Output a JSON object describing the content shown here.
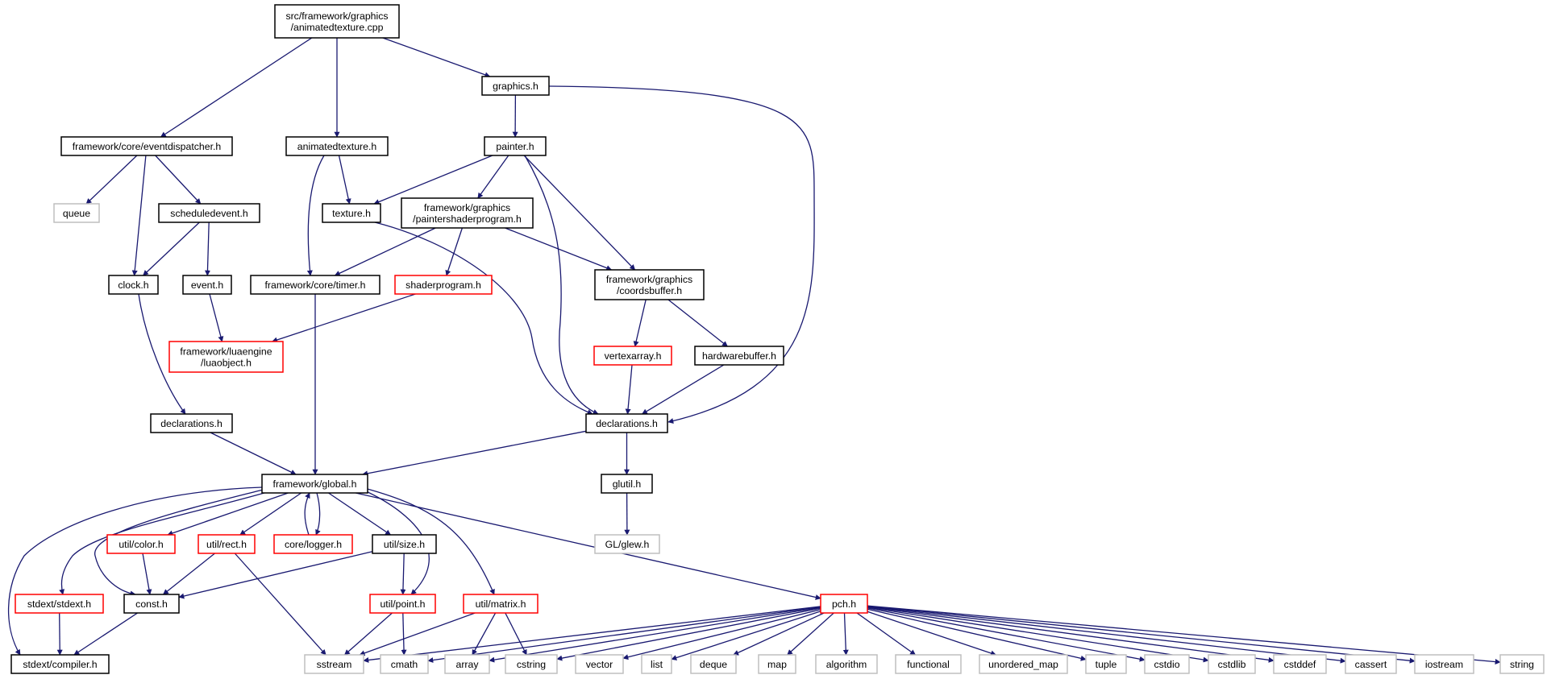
{
  "diagram": {
    "type": "include-dependency-graph",
    "colors": {
      "edge": "#191970",
      "node_normal": "#000000",
      "node_truncated": "#ff0000",
      "node_external": "#bfbfbf",
      "root_fill": "#bfbfbf"
    },
    "nodes": [
      {
        "id": "root",
        "lines": [
          "src/framework/graphics",
          "/animatedtexture.cpp"
        ],
        "kind": "root"
      },
      {
        "id": "eventdispatcher",
        "lines": [
          "framework/core/eventdispatcher.h"
        ],
        "kind": "normal"
      },
      {
        "id": "animatedtexture_h",
        "lines": [
          "animatedtexture.h"
        ],
        "kind": "normal"
      },
      {
        "id": "graphics_h",
        "lines": [
          "graphics.h"
        ],
        "kind": "normal"
      },
      {
        "id": "queue",
        "lines": [
          "queue"
        ],
        "kind": "external"
      },
      {
        "id": "scheduledevent",
        "lines": [
          "scheduledevent.h"
        ],
        "kind": "normal"
      },
      {
        "id": "painter",
        "lines": [
          "painter.h"
        ],
        "kind": "normal"
      },
      {
        "id": "texture",
        "lines": [
          "texture.h"
        ],
        "kind": "normal"
      },
      {
        "id": "paintershader",
        "lines": [
          "framework/graphics",
          "/paintershaderprogram.h"
        ],
        "kind": "normal"
      },
      {
        "id": "clock",
        "lines": [
          "clock.h"
        ],
        "kind": "normal"
      },
      {
        "id": "event",
        "lines": [
          "event.h"
        ],
        "kind": "normal"
      },
      {
        "id": "timer",
        "lines": [
          "framework/core/timer.h"
        ],
        "kind": "normal"
      },
      {
        "id": "shaderprogram",
        "lines": [
          "shaderprogram.h"
        ],
        "kind": "truncated"
      },
      {
        "id": "coordsbuffer",
        "lines": [
          "framework/graphics",
          "/coordsbuffer.h"
        ],
        "kind": "normal"
      },
      {
        "id": "luaobject",
        "lines": [
          "framework/luaengine",
          "/luaobject.h"
        ],
        "kind": "truncated"
      },
      {
        "id": "vertexarray",
        "lines": [
          "vertexarray.h"
        ],
        "kind": "truncated"
      },
      {
        "id": "hardwarebuffer",
        "lines": [
          "hardwarebuffer.h"
        ],
        "kind": "normal"
      },
      {
        "id": "declarations1",
        "lines": [
          "declarations.h"
        ],
        "kind": "normal"
      },
      {
        "id": "declarations2",
        "lines": [
          "declarations.h"
        ],
        "kind": "normal"
      },
      {
        "id": "global",
        "lines": [
          "framework/global.h"
        ],
        "kind": "normal"
      },
      {
        "id": "glutil",
        "lines": [
          "glutil.h"
        ],
        "kind": "normal"
      },
      {
        "id": "glew",
        "lines": [
          "GL/glew.h"
        ],
        "kind": "external"
      },
      {
        "id": "color",
        "lines": [
          "util/color.h"
        ],
        "kind": "truncated"
      },
      {
        "id": "rect",
        "lines": [
          "util/rect.h"
        ],
        "kind": "truncated"
      },
      {
        "id": "logger",
        "lines": [
          "core/logger.h"
        ],
        "kind": "truncated"
      },
      {
        "id": "size",
        "lines": [
          "util/size.h"
        ],
        "kind": "normal"
      },
      {
        "id": "stdext",
        "lines": [
          "stdext/stdext.h"
        ],
        "kind": "truncated"
      },
      {
        "id": "const",
        "lines": [
          "const.h"
        ],
        "kind": "normal"
      },
      {
        "id": "point",
        "lines": [
          "util/point.h"
        ],
        "kind": "truncated"
      },
      {
        "id": "matrix",
        "lines": [
          "util/matrix.h"
        ],
        "kind": "truncated"
      },
      {
        "id": "pch",
        "lines": [
          "pch.h"
        ],
        "kind": "truncated"
      },
      {
        "id": "compiler",
        "lines": [
          "stdext/compiler.h"
        ],
        "kind": "normal"
      },
      {
        "id": "sstream",
        "lines": [
          "sstream"
        ],
        "kind": "external"
      },
      {
        "id": "cmath",
        "lines": [
          "cmath"
        ],
        "kind": "external"
      },
      {
        "id": "array",
        "lines": [
          "array"
        ],
        "kind": "external"
      },
      {
        "id": "cstring",
        "lines": [
          "cstring"
        ],
        "kind": "external"
      },
      {
        "id": "vector",
        "lines": [
          "vector"
        ],
        "kind": "external"
      },
      {
        "id": "list",
        "lines": [
          "list"
        ],
        "kind": "external"
      },
      {
        "id": "deque",
        "lines": [
          "deque"
        ],
        "kind": "external"
      },
      {
        "id": "map",
        "lines": [
          "map"
        ],
        "kind": "external"
      },
      {
        "id": "algorithm",
        "lines": [
          "algorithm"
        ],
        "kind": "external"
      },
      {
        "id": "functional",
        "lines": [
          "functional"
        ],
        "kind": "external"
      },
      {
        "id": "unordered_map",
        "lines": [
          "unordered_map"
        ],
        "kind": "external"
      },
      {
        "id": "tuple",
        "lines": [
          "tuple"
        ],
        "kind": "external"
      },
      {
        "id": "cstdio",
        "lines": [
          "cstdio"
        ],
        "kind": "external"
      },
      {
        "id": "cstdlib",
        "lines": [
          "cstdlib"
        ],
        "kind": "external"
      },
      {
        "id": "cstddef",
        "lines": [
          "cstddef"
        ],
        "kind": "external"
      },
      {
        "id": "cassert",
        "lines": [
          "cassert"
        ],
        "kind": "external"
      },
      {
        "id": "iostream",
        "lines": [
          "iostream"
        ],
        "kind": "external"
      },
      {
        "id": "string",
        "lines": [
          "string"
        ],
        "kind": "external"
      }
    ],
    "edges": [
      [
        "root",
        "eventdispatcher"
      ],
      [
        "root",
        "animatedtexture_h"
      ],
      [
        "root",
        "graphics_h"
      ],
      [
        "eventdispatcher",
        "queue"
      ],
      [
        "eventdispatcher",
        "scheduledevent"
      ],
      [
        "eventdispatcher",
        "clock"
      ],
      [
        "animatedtexture_h",
        "texture"
      ],
      [
        "animatedtexture_h",
        "timer"
      ],
      [
        "graphics_h",
        "painter"
      ],
      [
        "graphics_h",
        "declarations2"
      ],
      [
        "scheduledevent",
        "clock"
      ],
      [
        "scheduledevent",
        "event"
      ],
      [
        "painter",
        "texture"
      ],
      [
        "painter",
        "paintershader"
      ],
      [
        "painter",
        "coordsbuffer"
      ],
      [
        "painter",
        "declarations2"
      ],
      [
        "texture",
        "declarations2"
      ],
      [
        "paintershader",
        "timer"
      ],
      [
        "paintershader",
        "shaderprogram"
      ],
      [
        "paintershader",
        "coordsbuffer"
      ],
      [
        "clock",
        "declarations1"
      ],
      [
        "event",
        "luaobject"
      ],
      [
        "shaderprogram",
        "luaobject"
      ],
      [
        "coordsbuffer",
        "vertexarray"
      ],
      [
        "coordsbuffer",
        "hardwarebuffer"
      ],
      [
        "vertexarray",
        "declarations2"
      ],
      [
        "hardwarebuffer",
        "declarations2"
      ],
      [
        "timer",
        "global"
      ],
      [
        "declarations1",
        "global"
      ],
      [
        "declarations2",
        "global"
      ],
      [
        "declarations2",
        "glutil"
      ],
      [
        "glutil",
        "glew"
      ],
      [
        "global",
        "color"
      ],
      [
        "global",
        "rect"
      ],
      [
        "global",
        "logger"
      ],
      [
        "global",
        "size"
      ],
      [
        "global",
        "stdext"
      ],
      [
        "global",
        "const"
      ],
      [
        "global",
        "point"
      ],
      [
        "global",
        "matrix"
      ],
      [
        "global",
        "pch"
      ],
      [
        "global",
        "compiler"
      ],
      [
        "logger",
        "global"
      ],
      [
        "color",
        "const"
      ],
      [
        "rect",
        "const"
      ],
      [
        "rect",
        "sstream"
      ],
      [
        "size",
        "const"
      ],
      [
        "size",
        "point"
      ],
      [
        "stdext",
        "compiler"
      ],
      [
        "const",
        "compiler"
      ],
      [
        "point",
        "sstream"
      ],
      [
        "point",
        "cmath"
      ],
      [
        "matrix",
        "sstream"
      ],
      [
        "matrix",
        "array"
      ],
      [
        "matrix",
        "cstring"
      ],
      [
        "pch",
        "sstream"
      ],
      [
        "pch",
        "cmath"
      ],
      [
        "pch",
        "array"
      ],
      [
        "pch",
        "cstring"
      ],
      [
        "pch",
        "vector"
      ],
      [
        "pch",
        "list"
      ],
      [
        "pch",
        "deque"
      ],
      [
        "pch",
        "map"
      ],
      [
        "pch",
        "algorithm"
      ],
      [
        "pch",
        "functional"
      ],
      [
        "pch",
        "unordered_map"
      ],
      [
        "pch",
        "tuple"
      ],
      [
        "pch",
        "cstdio"
      ],
      [
        "pch",
        "cstdlib"
      ],
      [
        "pch",
        "cstddef"
      ],
      [
        "pch",
        "cassert"
      ],
      [
        "pch",
        "iostream"
      ],
      [
        "pch",
        "string"
      ]
    ]
  }
}
